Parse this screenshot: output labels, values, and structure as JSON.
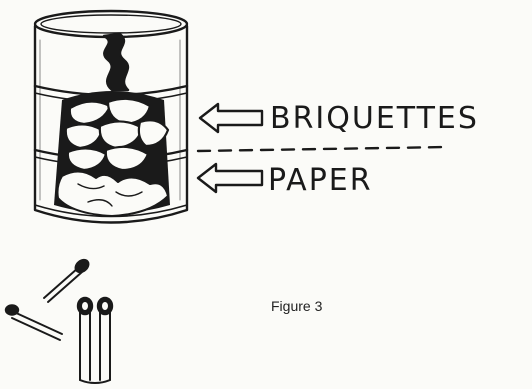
{
  "labels": {
    "briquettes": "BRIQUETTES",
    "paper": "PAPER"
  },
  "caption": "Figure 3",
  "colors": {
    "ink": "#1a1a1a",
    "paper_bg": "#fbfbf8"
  }
}
